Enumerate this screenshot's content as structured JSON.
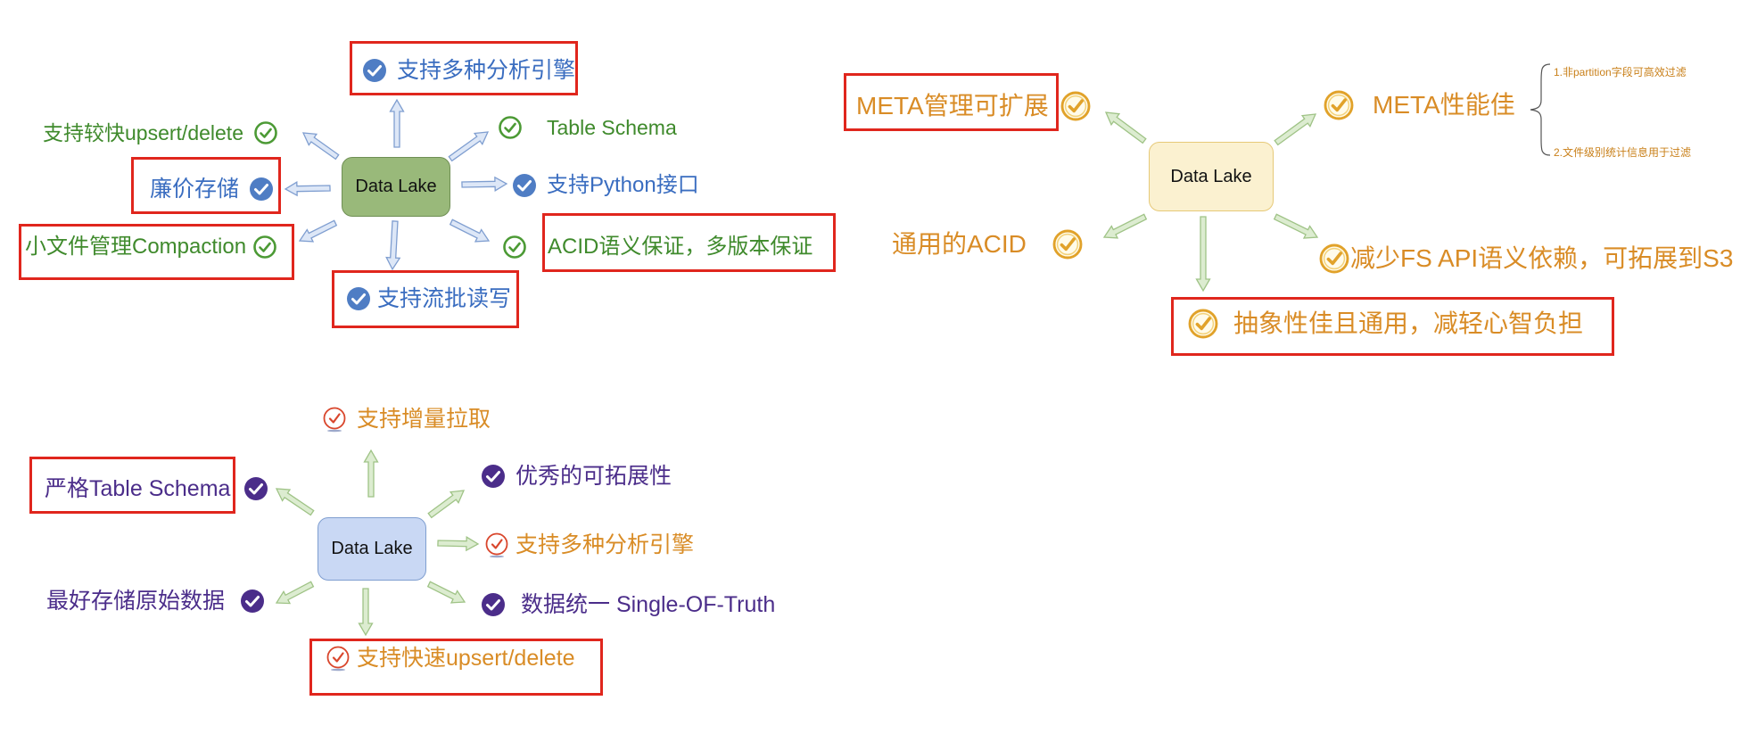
{
  "colors": {
    "green": "#3f8a2c",
    "blue": "#3a6dc0",
    "orange": "#d98c26",
    "purple": "#4b2d8a",
    "red_box": "#e0261d",
    "arrow_blue_fill": "#dde7f7",
    "arrow_blue_stroke": "#7f9ed0",
    "arrow_green_fill": "#dcecd0",
    "arrow_green_stroke": "#9fc386"
  },
  "diagram1": {
    "hub": "Data Lake",
    "nodes": {
      "analysis_engines": "支持多种分析引擎",
      "upsert_delete": "支持较快upsert/delete",
      "table_schema": "Table Schema",
      "cheap_storage": "廉价存储",
      "python_api": "支持Python接口",
      "compaction": "小文件管理Compaction",
      "acid": "ACID语义保证，多版本保证",
      "stream_batch": "支持流批读写"
    }
  },
  "diagram2": {
    "hub": "Data Lake",
    "nodes": {
      "meta_extensible": "META管理可扩展",
      "meta_performance": "META性能佳",
      "general_acid": "通用的ACID",
      "fs_api": "减少FS API语义依赖，可拓展到S3",
      "abstraction": "抽象性佳且通用，减轻心智负担"
    },
    "notes": {
      "note1": "1.非partition字段可高效过滤",
      "note2": "2.文件级别统计信息用于过滤"
    }
  },
  "diagram3": {
    "hub": "Data Lake",
    "nodes": {
      "incremental_pull": "支持增量拉取",
      "strict_schema": "严格Table Schema",
      "extensibility": "优秀的可拓展性",
      "analysis_engines": "支持多种分析引擎",
      "raw_data": "最好存储原始数据",
      "single_truth": "数据统一 Single-OF-Truth",
      "fast_upsert": "支持快速upsert/delete"
    }
  }
}
